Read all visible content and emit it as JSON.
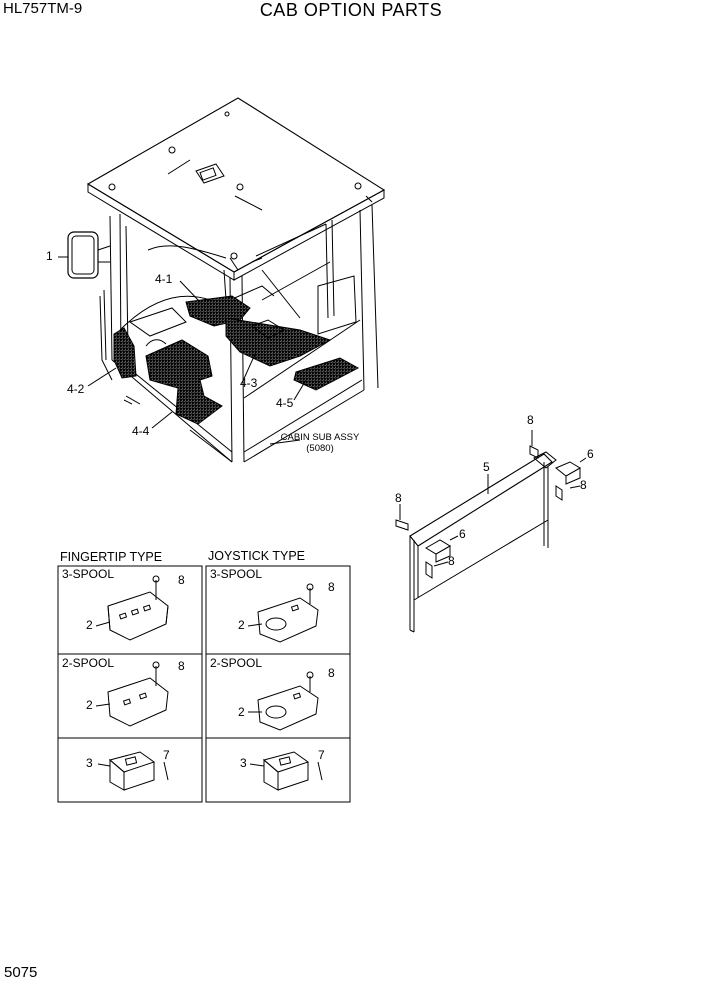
{
  "header": {
    "model": "HL757TM-9",
    "title": "CAB OPTION PARTS"
  },
  "footer": {
    "page_number": "5075"
  },
  "cab": {
    "labels": {
      "mirror": "1",
      "mat_4_1": "4-1",
      "mat_4_2": "4-2",
      "mat_4_3": "4-3",
      "mat_4_4": "4-4",
      "mat_4_5": "4-5"
    },
    "caption_line1": "CABIN SUB ASSY",
    "caption_line2": "(5080)"
  },
  "frame": {
    "labels": {
      "frame": "5",
      "bolt_top": "8",
      "bolt_left": "8",
      "bracket_right": "6",
      "bolt_right": "8",
      "bracket_mid": "6",
      "bolt_mid": "8"
    }
  },
  "fingertip": {
    "title": "FINGERTIP TYPE",
    "three_spool": {
      "title": "3-SPOOL",
      "cover": "2",
      "bolt": "8"
    },
    "two_spool": {
      "title": "2-SPOOL",
      "cover": "2",
      "bolt": "8"
    },
    "bracket": {
      "part": "3",
      "screw": "7"
    }
  },
  "joystick": {
    "title": "JOYSTICK TYPE",
    "three_spool": {
      "title": "3-SPOOL",
      "cover": "2",
      "bolt": "8"
    },
    "two_spool": {
      "title": "2-SPOOL",
      "cover": "2",
      "bolt": "8"
    },
    "bracket": {
      "part": "3",
      "screw": "7"
    }
  }
}
